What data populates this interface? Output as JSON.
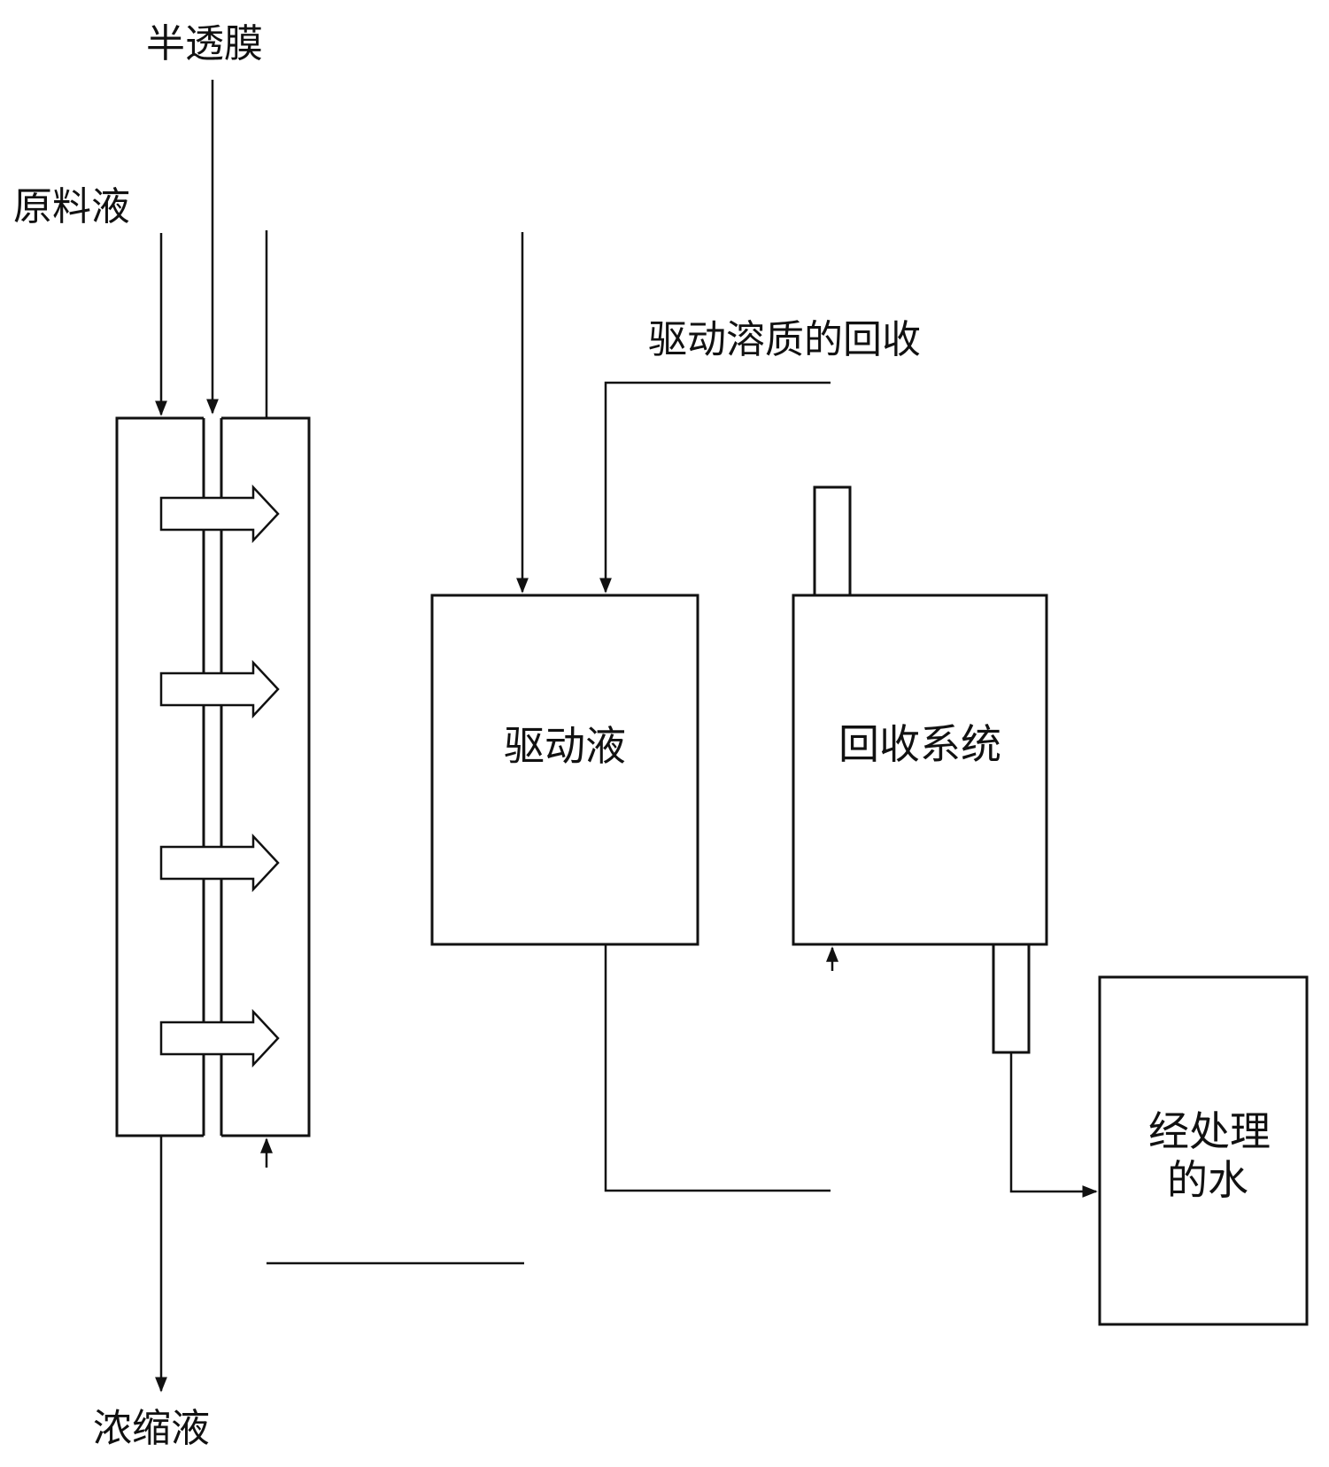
{
  "labels": {
    "semipermeable_membrane": "半透膜",
    "feed_solution": "原料液",
    "draw_solute_recovery": "驱动溶质的回收",
    "concentrate": "浓缩液"
  },
  "boxes": {
    "draw_solution": "驱动液",
    "recovery_system": "回收系统",
    "treated_water_line1": "经处理",
    "treated_water_line2": "的水"
  },
  "colors": {
    "stroke": "#111111",
    "background": "#ffffff"
  }
}
